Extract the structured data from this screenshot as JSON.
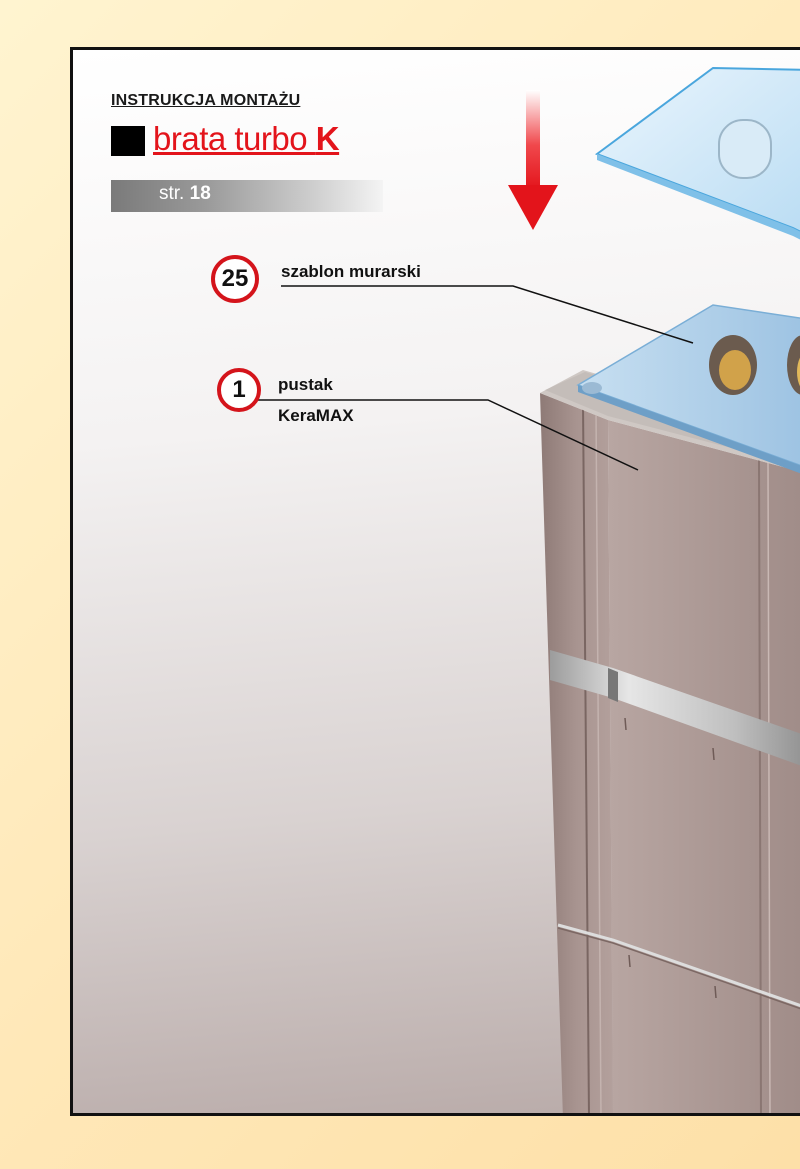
{
  "header": {
    "title": "INSTRUKCJA MONTAŻU",
    "brand": "brata turbo ",
    "brand_k": "K",
    "page_prefix": "str. ",
    "page_number": "18"
  },
  "labels": [
    {
      "number": "25",
      "text": "szablon murarski"
    },
    {
      "number": "1",
      "text_line1": "pustak",
      "text_line2": "KeraMAX"
    }
  ],
  "colors": {
    "accent_red": "#e3141b",
    "block_brown": "#a89490",
    "template_blue": "#b6d6ee"
  }
}
